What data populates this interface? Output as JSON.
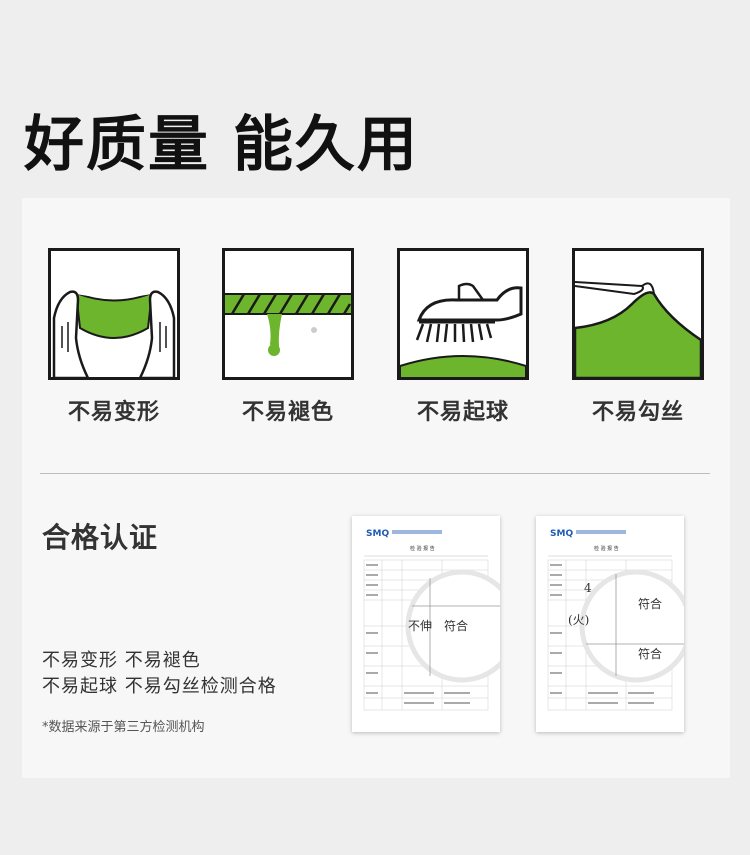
{
  "headline": "好质量 能久用",
  "features": [
    {
      "label": "不易变形",
      "icon": "stretch-hands-icon"
    },
    {
      "label": "不易褪色",
      "icon": "fabric-dye-drip-icon"
    },
    {
      "label": "不易起球",
      "icon": "brush-fabric-icon"
    },
    {
      "label": "不易勾丝",
      "icon": "fabric-snag-icon"
    }
  ],
  "certification": {
    "title": "合格认证",
    "lines": [
      "不易变形 不易褪色",
      "不易起球 不易勾丝检测合格"
    ],
    "note": "*数据来源于第三方检测机构"
  },
  "reports": [
    {
      "logo": "SMQ",
      "heading": "检 验 报 告",
      "mag_text": [
        "不伸",
        "符合"
      ]
    },
    {
      "logo": "SMQ",
      "heading": "检 验 报 告",
      "mag_text": [
        "4",
        "(火)",
        "符合",
        "符合"
      ]
    }
  ],
  "colors": {
    "accent_green": "#6cb52d",
    "icon_stroke": "#1a1a1a"
  }
}
